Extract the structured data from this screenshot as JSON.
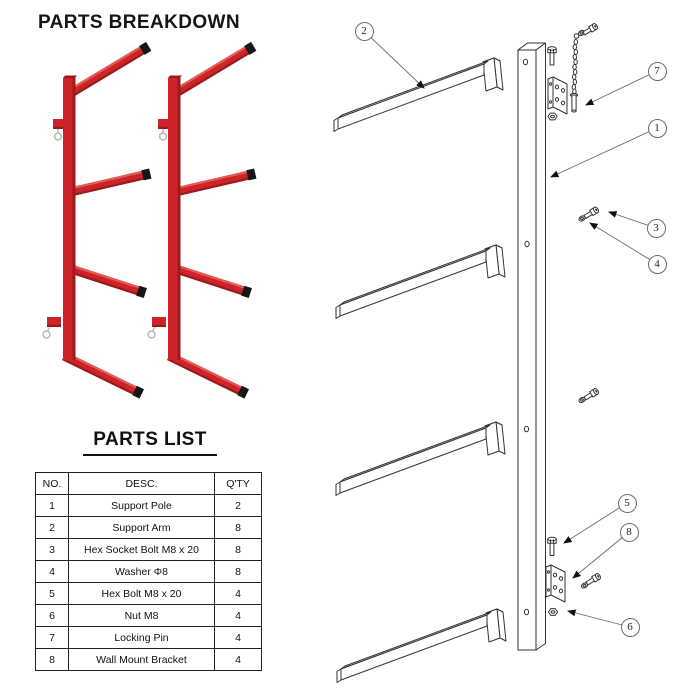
{
  "title": "PARTS BREAKDOWN",
  "parts_list": {
    "title": "PARTS LIST",
    "columns": {
      "no": "NO.",
      "desc": "DESC.",
      "qty": "Q'TY"
    },
    "rows": [
      {
        "no": "1",
        "desc": "Support Pole",
        "qty": "2"
      },
      {
        "no": "2",
        "desc": "Support Arm",
        "qty": "8"
      },
      {
        "no": "3",
        "desc": "Hex Socket Bolt M8 x 20",
        "qty": "8"
      },
      {
        "no": "4",
        "desc": "Washer Φ8",
        "qty": "8"
      },
      {
        "no": "5",
        "desc": "Hex Bolt M8 x 20",
        "qty": "4"
      },
      {
        "no": "6",
        "desc": "Nut M8",
        "qty": "4"
      },
      {
        "no": "7",
        "desc": "Locking Pin",
        "qty": "4"
      },
      {
        "no": "8",
        "desc": "Wall Mount Bracket",
        "qty": "4"
      }
    ]
  },
  "callouts": {
    "c1": "1",
    "c2": "2",
    "c3": "3",
    "c4": "4",
    "c5": "5",
    "c6": "6",
    "c7": "7",
    "c8": "8"
  },
  "colors": {
    "rack_red": "#ce2428",
    "rack_red_dark": "#991b1e",
    "rack_red_light": "#e45a55",
    "cap_black": "#161616",
    "line_color": "#333333"
  }
}
